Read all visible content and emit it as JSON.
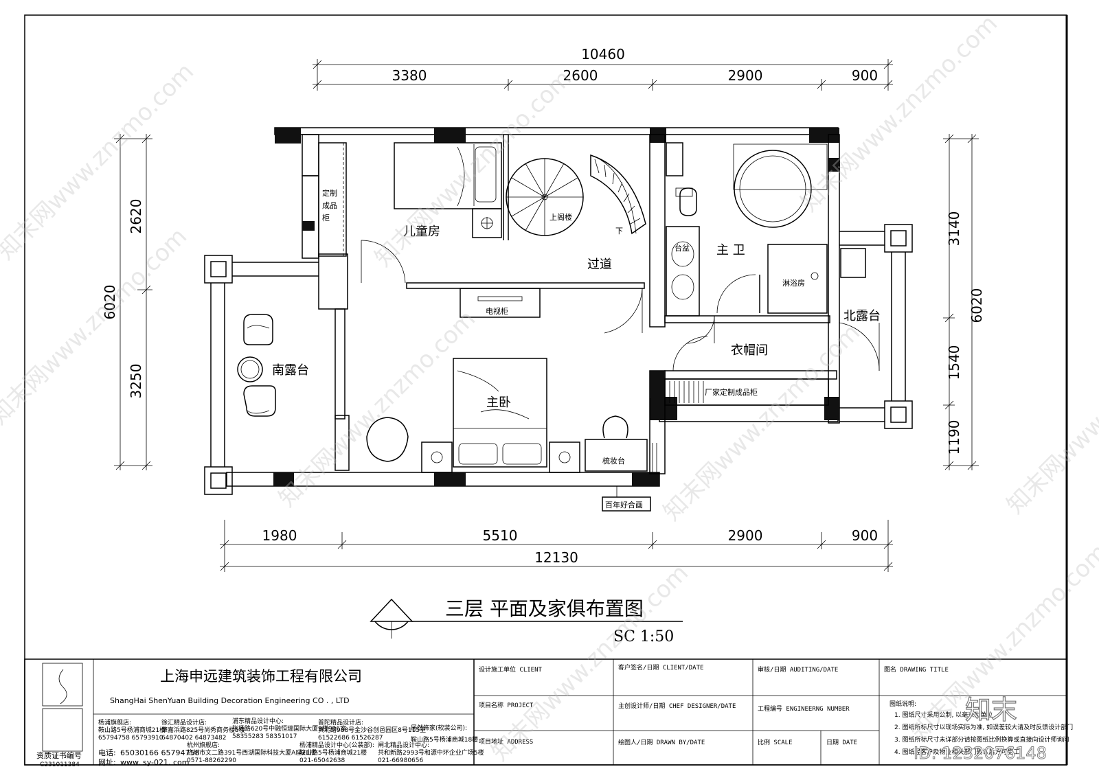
{
  "dimensions": {
    "top_total": "10460",
    "top_segments": [
      "3380",
      "2600",
      "2900",
      "900"
    ],
    "bottom_total": "12130",
    "bottom_segments": [
      "1980",
      "5510",
      "2900",
      "900"
    ],
    "left_total": "6020",
    "left_segments": [
      "2620",
      "3250"
    ],
    "right_total": "6020",
    "right_segments": [
      "3140",
      "1540",
      "1190"
    ]
  },
  "rooms": {
    "custom_cabinet": [
      "定制",
      "成品",
      "柜"
    ],
    "kids_room": "儿童房",
    "stair_up": "上阁楼",
    "stair_down": "下",
    "corridor": "过道",
    "tv_cabinet": "电视柜",
    "master_bath": "主  卫",
    "basin": "台盆",
    "shower": "淋浴房",
    "north_terrace": "北露台",
    "closet": "衣帽间",
    "factory_cabinet": "厂家定制成品柜",
    "south_terrace": "南露台",
    "master_bedroom": "主卧",
    "dresser": "梳妆台",
    "painting": "百年好合画"
  },
  "drawing": {
    "title": "三层  平面及家俱布置图",
    "scale": "SC 1:50"
  },
  "title_block": {
    "company_cn": "上海申远建筑装饰工程有限公司",
    "company_en": "ShangHai ShenYuan Building Decoration Engineering  CO . , LTD",
    "branches": [
      {
        "name": "杨浦旗舰店:",
        "addr": "鞍山路5号杨浦商城21楼",
        "tel": "65794758 65793910"
      },
      {
        "name": "徐汇精品设计店:",
        "addr": "肇嘉浜路825号尚秀商务楼5楼",
        "tel": "64870402 64873482"
      },
      {
        "name": "浦东精品设计中心:",
        "addr": "张杨路620号中融恒瑞国际大厦9楼906室",
        "tel": "58355283 58351017"
      },
      {
        "name": "普陀精品设计店:",
        "addr": "真北路988号金沙谷创邑园区8号115室",
        "tel": "61522686 61526287"
      },
      {
        "name": "居然饰家(软装公司):",
        "addr": "鞍山路5号杨浦商城18楼",
        "tel": ""
      }
    ],
    "branches2": [
      {
        "name": "杭州旗舰店:",
        "addr": "杭州市文二路391号西湖国际科技大厦A座21楼",
        "tel": "0571-88262290"
      },
      {
        "name": "杨浦精品设计中心(公装部):",
        "addr": "鞍山路5号杨浦商城21楼",
        "tel": "021-65042638"
      },
      {
        "name": "闸北精品设计中心:",
        "addr": "共和新路2993号和源中环企业广场5楼",
        "tel": "021-66980656"
      }
    ],
    "phone_label": "电话:",
    "phone": "65030166 65794758",
    "web_label": "网址:",
    "web": "www. sy-021. com",
    "cert_label": "资质证书编号",
    "cert_no": "C231011384",
    "client_unit": "设计施工单位  CLIENT",
    "project": "项目名称  PROJECT",
    "address": "项目地址  ADDRESS",
    "client_sign": "客户签名/日期 CLIENT/DATE",
    "chief_designer": "主创设计师/日期 CHEF DESIGNER/DATE",
    "drawn_by": "绘图人/日期 DRAWN BY/DATE",
    "auditing": "审核/日期 AUDITING/DATE",
    "eng_number": "工程编号 ENGINEERNG NUMBER",
    "scale_label": "比例  SCALE",
    "date_label": "日期  DATE",
    "drawing_title": "图名  DRAWING  TITLE",
    "notes_title": "图纸说明:",
    "notes": [
      "1. 图纸尺寸采用公制, 以毫米为单位",
      "2. 图纸所标尺寸以现场实际为准, 如误差较大请及时反馈设计部门",
      "3. 图纸所标尺寸未详部分请按图纸比例换算或直接向设计师询问",
      "4. 图纸经客户及物业相关部门确认后方可施工"
    ]
  },
  "watermark": {
    "text": "知末网www.znzmo.com",
    "brand": "知末",
    "id": "ID: 1232076148"
  }
}
